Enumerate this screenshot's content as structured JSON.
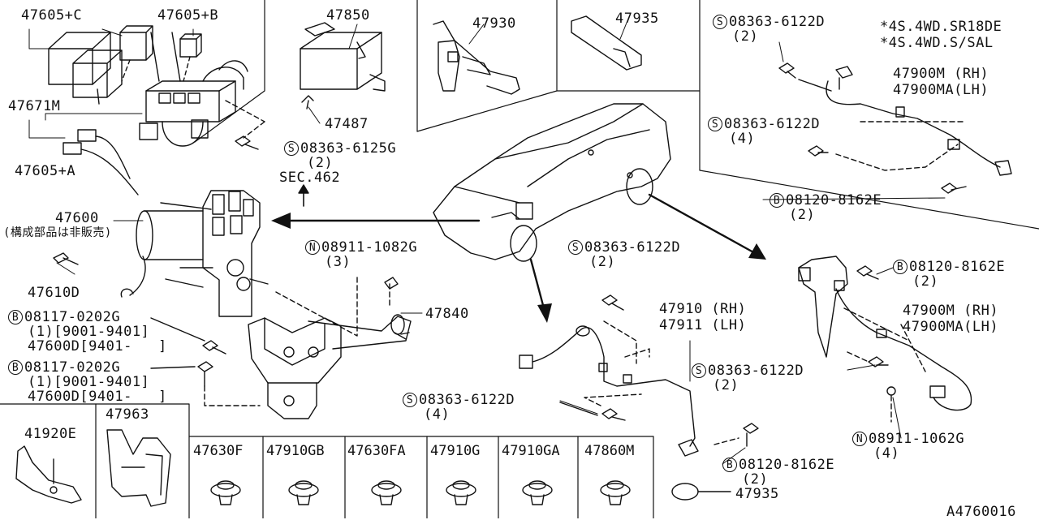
{
  "labels": {
    "p47605c": "47605+C",
    "p47605b": "47605+B",
    "p47671m": "47671M",
    "p47605a": "47605+A",
    "p47600": "47600",
    "p47600note": "(構成部品は非販売)",
    "p47610d": "47610D",
    "b1_code": "08117-0202G",
    "b1_qty": "(1)[9001-9401]",
    "b1_sub": "47600D[9401-   ]",
    "b2_code": "08117-0202G",
    "b2_qty": "(1)[9001-9401]",
    "b2_sub": "47600D[9401-   ]",
    "s6125g": "08363-6125G",
    "s6125g_qty": "(2)",
    "sec462": "SEC.462",
    "n1082g": "08911-1082G",
    "n1082g_qty": "(3)",
    "p47840": "47840",
    "p47850": "47850",
    "p47487": "47487",
    "p47930": "47930",
    "p47935_top": "47935",
    "s6122d_a": "08363-6122D",
    "s6122d_a_qty": "(2)",
    "note1": "*4S.4WD.SR18DE",
    "note2": "*4S.4WD.S/SAL",
    "p47900m_rh": "47900M (RH)",
    "p47900ma_lh": "47900MA(LH)",
    "s6122d_b": "08363-6122D",
    "s6122d_b_qty": "(4)",
    "b8162e_a": "08120-8162E",
    "b8162e_a_qty": "(2)",
    "s6122d_c": "08363-6122D",
    "s6122d_c_qty": "(2)",
    "p47910_rh": "47910 (RH)",
    "p47911_lh": "47911 (LH)",
    "s6122d_d": "08363-6122D",
    "s6122d_d_qty": "(2)",
    "s6122d_e": "08363-6122D",
    "s6122d_e_qty": "(4)",
    "b8162e_b": "08120-8162E",
    "b8162e_b_qty": "(2)",
    "p47935_bot": "47935",
    "b8162e_c": "08120-8162E",
    "b8162e_c_qty": "(2)",
    "p47900m_rh2": "47900M (RH)",
    "p47900ma_lh2": "47900MA(LH)",
    "n1062g": "08911-1062G",
    "n1062g_qty": "(4)",
    "p41920e": "41920E",
    "p47963": "47963",
    "diagram_id": "A4760016"
  },
  "prefix": {
    "S": "S",
    "B": "B",
    "N": "N"
  },
  "clips": [
    "47630F",
    "47910GB",
    "47630FA",
    "47910G",
    "47910GA",
    "47860M"
  ]
}
